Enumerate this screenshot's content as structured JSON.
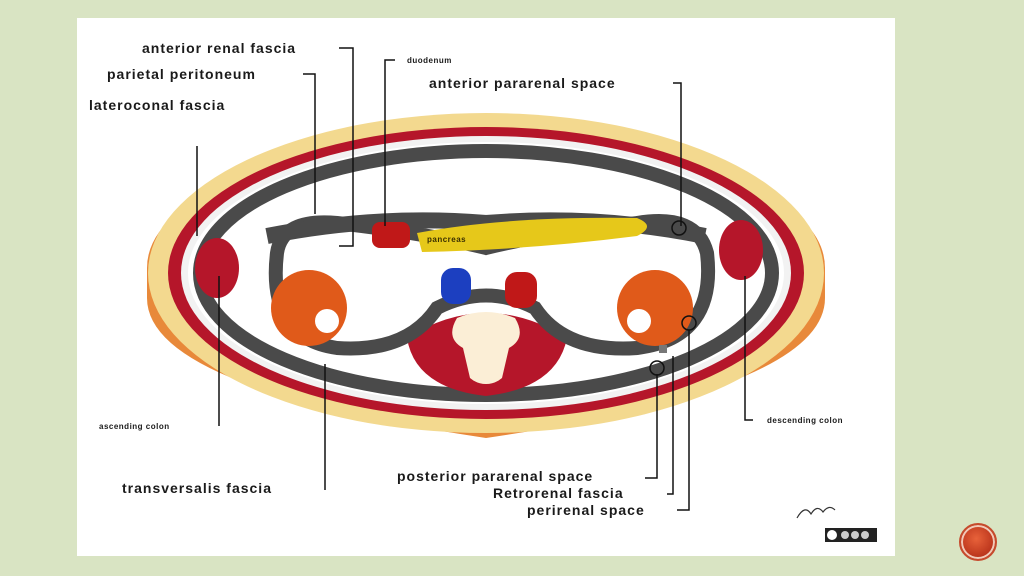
{
  "labels": {
    "anterior_renal_fascia": "anterior renal fascia",
    "parietal_peritoneum": "parietal peritoneum",
    "lateroconal_fascia": "lateroconal fascia",
    "duodenum": "duodenum",
    "anterior_pararenal_space": "anterior pararenal space",
    "pancreas": "pancreas",
    "ascending_colon": "ascending colon",
    "descending_colon": "descending colon",
    "transversalis_fascia": "transversalis fascia",
    "posterior_pararenal_space": "posterior pararenal space",
    "retrorenal_fascia": "Retrorenal fascia",
    "perirenal_space": "perirenal space"
  },
  "colors": {
    "slide_background": "#d9e4c3",
    "outer_rim": "#e8893a",
    "fat_layer": "#f3d98f",
    "muscle": "#b5162a",
    "fascia_band": "#4a4a4a",
    "kidney": "#e05a1a",
    "pancreas": "#e6c81a",
    "aorta": "#c01818",
    "ivc": "#1c3fc0",
    "spine": "#fbeed6"
  },
  "icons": {
    "signature": "artist-signature",
    "license": "cc-by-nc-sa-badge",
    "nav": "next-slide-button"
  }
}
